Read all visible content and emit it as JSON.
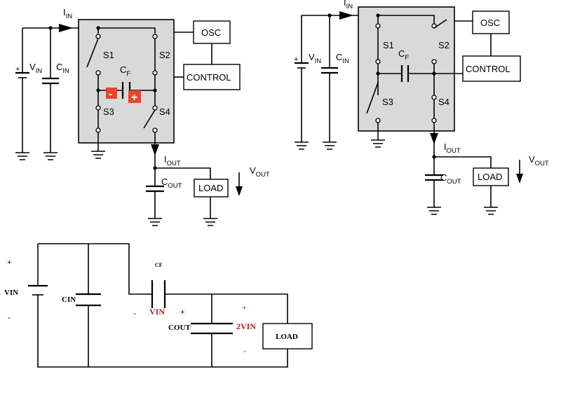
{
  "circuit_left": {
    "iin": "I",
    "iin_sub": "IN",
    "vin": "V",
    "vin_sub": "IN",
    "vin_plus": "+",
    "cin": "C",
    "cin_sub": "IN",
    "s1": "S1",
    "s2": "S2",
    "s3": "S3",
    "s4": "S4",
    "cf": "C",
    "cf_sub": "F",
    "cf_minus": "-",
    "cf_plus": "+",
    "osc": "OSC",
    "control": "CONTROL",
    "iout": "I",
    "iout_sub": "OUT",
    "cout": "C",
    "cout_sub": "OUT",
    "load": "LOAD",
    "vout": "V",
    "vout_sub": "OUT",
    "sign_colors": {
      "minus": "#e8462a",
      "plus": "#e8462a"
    }
  },
  "circuit_right": {
    "iin": "I",
    "iin_sub": "IN",
    "vin": "V",
    "vin_sub": "IN",
    "vin_plus": "+",
    "cin": "C",
    "cin_sub": "IN",
    "s1": "S1",
    "s2": "S2",
    "s3": "S3",
    "s4": "S4",
    "cf": "C",
    "cf_sub": "F",
    "osc": "OSC",
    "control": "CONTROL",
    "iout": "I",
    "iout_sub": "OUT",
    "cout": "C",
    "cout_sub": "OUT",
    "load": "LOAD",
    "vout": "V",
    "vout_sub": "OUT"
  },
  "equivalent": {
    "vin_label": "VIN",
    "vin_plus": "+",
    "vin_minus": "-",
    "cin_label": "CIN",
    "cf_label": "CF",
    "cf_minus": "-",
    "cf_value": "VIN",
    "cf_plus": "+",
    "cout_label": "COUT",
    "out_plus": "+",
    "out_value": "2VIN",
    "out_minus": "-",
    "load": "LOAD",
    "value_color": "#b22222"
  }
}
